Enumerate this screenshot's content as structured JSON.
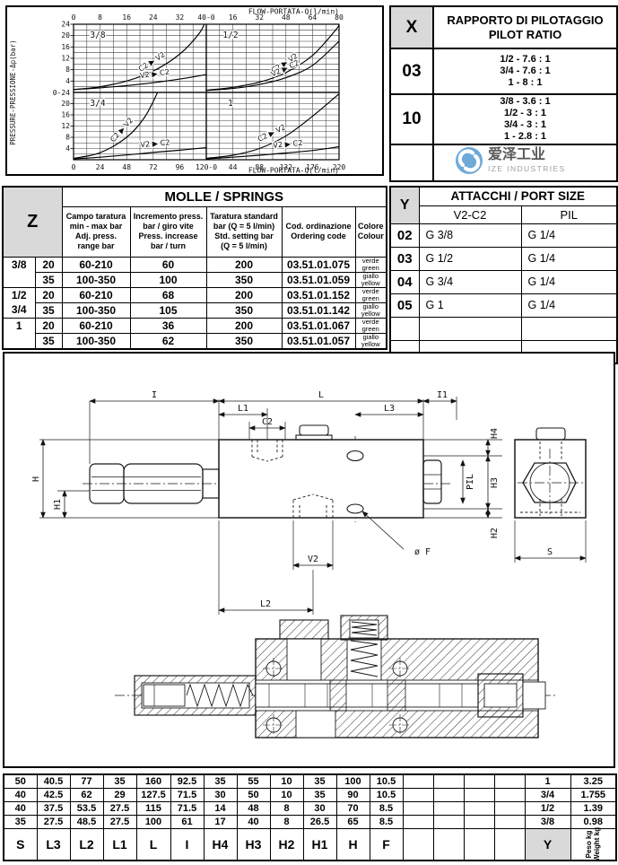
{
  "chart_data": {
    "type": "line",
    "x_label_top": "FLOW-PORTATA-Q(l/min)",
    "x_label_bottom": "FLOW-PORTATA-Q(l/min)",
    "y_label": "PRESSURE-PRESSIONE-Δp(bar)",
    "y_range": [
      0,
      24
    ],
    "y_ticks": [
      4,
      8,
      12,
      16,
      20,
      24
    ],
    "junction_top": "40-0",
    "junction_bottom": "120-0",
    "junction_left": "0-24",
    "grid": true,
    "subplots": [
      {
        "name": "3/8",
        "position": "top-left",
        "x_range": [
          0,
          40
        ],
        "x_ticks": [
          0,
          8,
          16,
          24,
          32,
          40
        ],
        "series": [
          {
            "name": "C2 ▶ V2",
            "points": [
              [
                0,
                1
              ],
              [
                8,
                2
              ],
              [
                16,
                4
              ],
              [
                24,
                7.5
              ],
              [
                32,
                13.5
              ],
              [
                38,
                21
              ],
              [
                40,
                26
              ]
            ]
          },
          {
            "name": "V2 ▶ C2",
            "points": [
              [
                0,
                1
              ],
              [
                8,
                1.6
              ],
              [
                16,
                2.4
              ],
              [
                24,
                3.4
              ],
              [
                32,
                4.7
              ],
              [
                40,
                6.3
              ]
            ]
          }
        ]
      },
      {
        "name": "1/2",
        "position": "top-right",
        "x_range": [
          0,
          80
        ],
        "x_ticks": [
          0,
          16,
          32,
          48,
          64,
          80
        ],
        "series": [
          {
            "name": "C2 ▶ V2",
            "points": [
              [
                0,
                0.8
              ],
              [
                16,
                1.8
              ],
              [
                32,
                3.6
              ],
              [
                48,
                7
              ],
              [
                64,
                13
              ],
              [
                78,
                22
              ],
              [
                80,
                24
              ]
            ]
          },
          {
            "name": "V2 ▶ C2",
            "points": [
              [
                0,
                0.7
              ],
              [
                16,
                1.4
              ],
              [
                32,
                2.8
              ],
              [
                48,
                5.2
              ],
              [
                64,
                9.5
              ],
              [
                80,
                18
              ]
            ]
          }
        ]
      },
      {
        "name": "3/4",
        "position": "bottom-left",
        "x_range": [
          0,
          120
        ],
        "x_ticks": [
          0,
          24,
          48,
          72,
          96,
          120
        ],
        "series": [
          {
            "name": "C2 ▶ V2",
            "points": [
              [
                0,
                0.5
              ],
              [
                24,
                2.5
              ],
              [
                48,
                8
              ],
              [
                64,
                15
              ],
              [
                76,
                24
              ]
            ]
          },
          {
            "name": "V2 ▶ C2",
            "points": [
              [
                0,
                0.3
              ],
              [
                24,
                0.9
              ],
              [
                48,
                1.7
              ],
              [
                72,
                2.6
              ],
              [
                96,
                3.4
              ],
              [
                120,
                4.3
              ]
            ]
          }
        ]
      },
      {
        "name": "1",
        "position": "bottom-right",
        "x_range": [
          0,
          220
        ],
        "x_ticks": [
          0,
          44,
          88,
          132,
          176,
          220
        ],
        "series": [
          {
            "name": "C2 ▶ V2",
            "points": [
              [
                0,
                0.5
              ],
              [
                44,
                1.6
              ],
              [
                88,
                4
              ],
              [
                132,
                8.5
              ],
              [
                176,
                15.5
              ],
              [
                220,
                23.5
              ]
            ]
          },
          {
            "name": "V2 ▶ C2",
            "points": [
              [
                0,
                0.3
              ],
              [
                44,
                0.9
              ],
              [
                88,
                1.6
              ],
              [
                132,
                2.4
              ],
              [
                176,
                3.3
              ],
              [
                220,
                4.6
              ]
            ]
          }
        ]
      }
    ]
  },
  "pilot_table": {
    "header_code": "X",
    "header_title": "RAPPORTO DI PILOTAGGIO\nPILOT RATIO",
    "rows": [
      {
        "code": "03",
        "ratios": "1/2 - 7.6 : 1\n3/4 - 7.6 : 1\n1 - 8 : 1"
      },
      {
        "code": "10",
        "ratios": "3/8 - 3.6 : 1\n1/2 - 3 : 1\n3/4 - 3 : 1\n1 - 2.8 : 1"
      }
    ],
    "logo": {
      "brand_cn": "爱泽工业",
      "brand_en": "IZE INDUSTRIES",
      "color": "#6fa9d8"
    }
  },
  "springs_table": {
    "corner_label": "Z",
    "title": "MOLLE / SPRINGS",
    "col_headers": [
      "Campo taratura\nmin - max bar\nAdj. press.\nrange bar",
      "Incremento press.\nbar / giro vite\nPress. increase\nbar / turn",
      "Taratura standard\nbar (Q = 5 l/min)\nStd. setting bar\n(Q = 5 l/min)",
      "Cod. ordinazione\nOrdering code",
      "Colore\nColour"
    ],
    "groups": [
      {
        "size": "3/8",
        "rows": [
          {
            "code": "20",
            "range": "60-210",
            "increase": "60",
            "std": "200",
            "order": "03.51.01.075",
            "colour": "verde\ngreen"
          },
          {
            "code": "35",
            "range": "100-350",
            "increase": "100",
            "std": "350",
            "order": "03.51.01.059",
            "colour": "giallo\nyellow"
          }
        ]
      },
      {
        "size": "1/2\n3/4",
        "rows": [
          {
            "code": "20",
            "range": "60-210",
            "increase": "68",
            "std": "200",
            "order": "03.51.01.152",
            "colour": "verde\ngreen"
          },
          {
            "code": "35",
            "range": "100-350",
            "increase": "105",
            "std": "350",
            "order": "03.51.01.142",
            "colour": "giallo\nyellow"
          }
        ]
      },
      {
        "size": "1",
        "rows": [
          {
            "code": "20",
            "range": "60-210",
            "increase": "36",
            "std": "200",
            "order": "03.51.01.067",
            "colour": "verde\ngreen"
          },
          {
            "code": "35",
            "range": "100-350",
            "increase": "62",
            "std": "350",
            "order": "03.51.01.057",
            "colour": "giallo\nyellow"
          }
        ]
      }
    ]
  },
  "port_table": {
    "corner_label": "Y",
    "title": "ATTACCHI / PORT SIZE",
    "col1": "V2-C2",
    "col2": "PIL",
    "rows": [
      {
        "code": "02",
        "v2c2": "G 3/8",
        "pil": "G 1/4"
      },
      {
        "code": "03",
        "v2c2": "G 1/2",
        "pil": "G 1/4"
      },
      {
        "code": "04",
        "v2c2": "G 3/4",
        "pil": "G 1/4"
      },
      {
        "code": "05",
        "v2c2": "G 1",
        "pil": "G 1/4"
      }
    ]
  },
  "drawing": {
    "labels": {
      "i": "I",
      "l": "L",
      "i1": "I1",
      "l1": "L1",
      "c2": "C2",
      "l3": "L3",
      "v2": "V2",
      "l2": "L2",
      "s": "S",
      "h": "H",
      "h1": "H1",
      "h2": "H2",
      "h3": "H3",
      "h4": "H4",
      "pil": "PIL",
      "f": "ø F"
    }
  },
  "dimensions_table": {
    "headers": [
      "S",
      "L3",
      "L2",
      "L1",
      "L",
      "I",
      "H4",
      "H3",
      "H2",
      "H1",
      "H",
      "F",
      "",
      "",
      "",
      "",
      "Y",
      "Peso kg\nWeight kg"
    ],
    "rows": [
      [
        "50",
        "40.5",
        "77",
        "35",
        "160",
        "92.5",
        "35",
        "55",
        "10",
        "35",
        "100",
        "10.5",
        "",
        "",
        "",
        "",
        "1",
        "3.25"
      ],
      [
        "40",
        "42.5",
        "62",
        "29",
        "127.5",
        "71.5",
        "30",
        "50",
        "10",
        "35",
        "90",
        "10.5",
        "",
        "",
        "",
        "",
        "3/4",
        "1.755"
      ],
      [
        "40",
        "37.5",
        "53.5",
        "27.5",
        "115",
        "71.5",
        "14",
        "48",
        "8",
        "30",
        "70",
        "8.5",
        "",
        "",
        "",
        "",
        "1/2",
        "1.39"
      ],
      [
        "35",
        "27.5",
        "48.5",
        "27.5",
        "100",
        "61",
        "17",
        "40",
        "8",
        "26.5",
        "65",
        "8.5",
        "",
        "",
        "",
        "",
        "3/8",
        "0.98"
      ]
    ]
  }
}
